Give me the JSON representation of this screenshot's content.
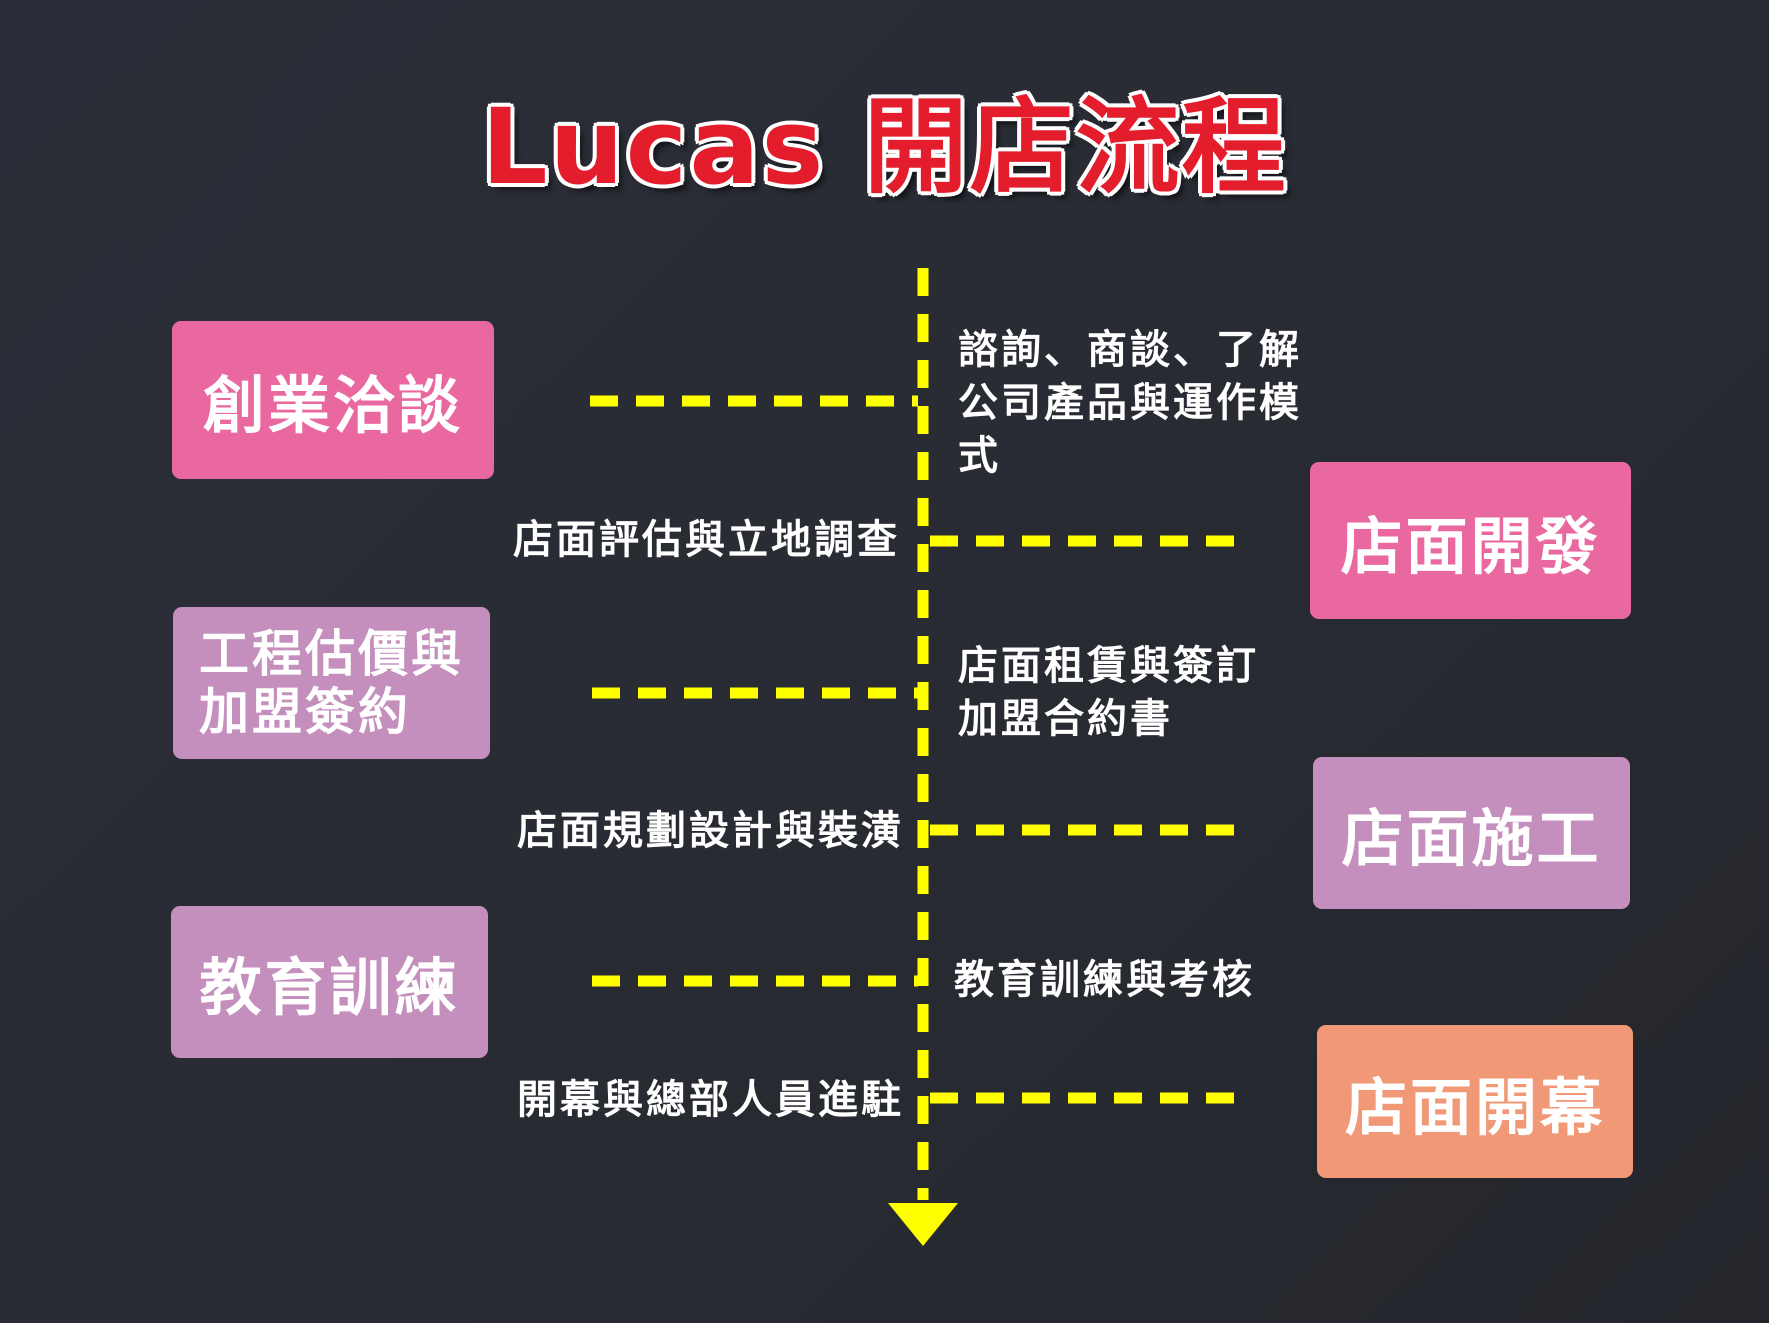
{
  "title": "Lucas 開店流程",
  "left_boxes": [
    {
      "line1": "創業洽談",
      "line2": ""
    },
    {
      "line1": "工程估價與",
      "line2": "加盟簽約"
    },
    {
      "line1": "教育訓練",
      "line2": ""
    }
  ],
  "right_boxes": [
    {
      "label": "店面開發"
    },
    {
      "label": "店面施工"
    },
    {
      "label": "店面開幕"
    }
  ],
  "right_notes": [
    {
      "lines": [
        "諮詢、商談、了解",
        "公司產品與運作模",
        "式"
      ]
    },
    {
      "lines": [
        "店面租賃與簽訂",
        "加盟合約書"
      ]
    },
    {
      "lines": [
        "教育訓練與考核"
      ]
    }
  ],
  "left_notes": [
    {
      "text": "店面評估與立地調查"
    },
    {
      "text": "店面規劃設計與裝潢"
    },
    {
      "text": "開幕與總部人員進駐"
    }
  ],
  "colors": {
    "background": "#2a2c34",
    "title": "#e41d2d",
    "connector": "#ffff00",
    "pink_box": "#e9689f",
    "mauve_box": "#c48fbd",
    "salmon_box": "#f19977"
  }
}
